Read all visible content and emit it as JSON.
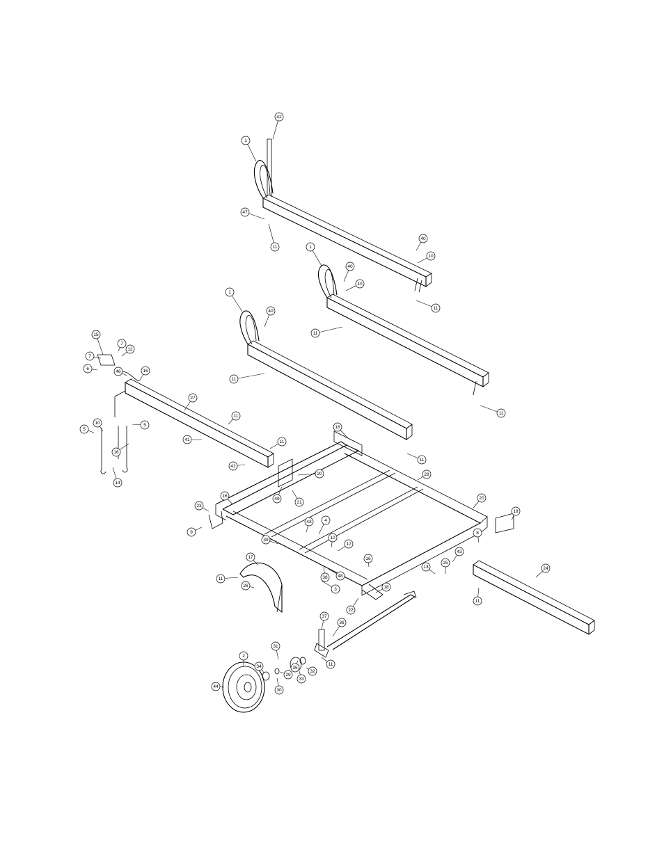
{
  "diagram": {
    "part_callouts": [
      "42",
      "1",
      "47",
      "11",
      "40",
      "10",
      "1",
      "40",
      "10",
      "11",
      "1",
      "40",
      "11",
      "11",
      "11",
      "15",
      "7",
      "12",
      "7",
      "6",
      "46",
      "16",
      "27",
      "5",
      "10",
      "11",
      "5",
      "11",
      "41",
      "16",
      "11",
      "41",
      "14",
      "16",
      "28",
      "20",
      "49",
      "21",
      "23",
      "16",
      "9",
      "43",
      "4",
      "39",
      "10",
      "12",
      "20",
      "19",
      "8",
      "17",
      "16",
      "11",
      "38",
      "48",
      "26",
      "3",
      "18",
      "22",
      "43",
      "13",
      "25",
      "24",
      "11",
      "37",
      "36",
      "31",
      "35",
      "2",
      "34",
      "29",
      "33",
      "32",
      "11",
      "30",
      "44"
    ]
  }
}
